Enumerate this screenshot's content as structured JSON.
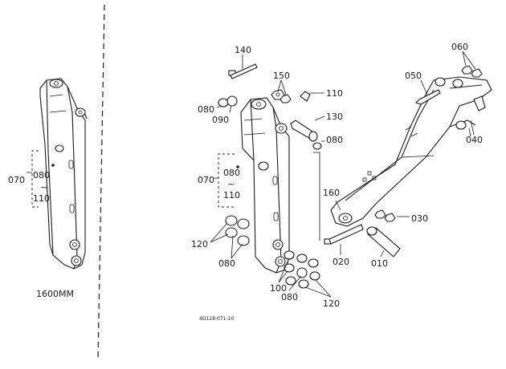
{
  "variant_label": "1600MM",
  "drawing_number": "4D128-071-10",
  "left_arm": {
    "callout_main": "070",
    "range_from": "080",
    "range_tilde": "~",
    "range_to": "110"
  },
  "right_arm": {
    "callout_main": "070",
    "range_from": "080",
    "range_tilde": "~",
    "range_to": "110"
  },
  "callouts": {
    "c140": "140",
    "c150": "150",
    "c110": "110",
    "c080_top": "080",
    "c090": "090",
    "c130": "130",
    "c080_right": "080",
    "c120_left": "120",
    "c080_left_bottom": "080",
    "c100": "100",
    "c080_bottom": "080",
    "c120_bottom": "120",
    "c060": "060",
    "c050": "050",
    "c040": "040",
    "c160": "160",
    "c030": "030",
    "c020": "020",
    "c010": "010"
  }
}
